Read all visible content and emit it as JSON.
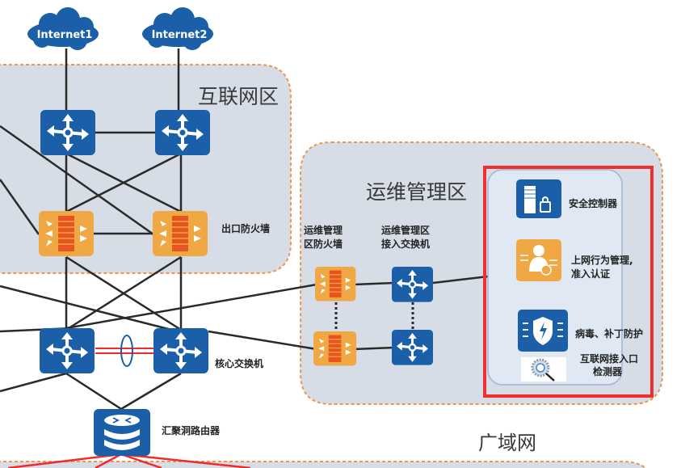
{
  "title": "网络拓扑图",
  "zones": {
    "internet": "互联网区",
    "ops": "运维管理区",
    "wan": "广域网"
  },
  "clouds": [
    {
      "id": "internet1",
      "label": "Internet1"
    },
    {
      "id": "internet2",
      "label": "Internet2"
    }
  ],
  "labels": {
    "egress_firewall": "出口防火墙",
    "core_switch": "核心交换机",
    "aggregation_router": "汇聚洞路由器",
    "ops_firewall_line1": "运维管理",
    "ops_firewall_line2": "区防火墙",
    "ops_switch_line1": "运维管理区",
    "ops_switch_line2": "接入交换机"
  },
  "highlight_panel": {
    "items": [
      {
        "icon": "security-controller-icon",
        "label_line1": "安全控制器",
        "label_line2": ""
      },
      {
        "icon": "behavior-management-icon",
        "label_line1": "上网行为管理,",
        "label_line2": "准入认证"
      },
      {
        "icon": "antivirus-shield-icon",
        "label_line1": "病毒、补丁防护",
        "label_line2": ""
      },
      {
        "icon": "detector-icon",
        "label_line1": "互联网接入口",
        "label_line2": "检测器"
      }
    ]
  },
  "colors": {
    "zone_fill": "#d6dde7",
    "zone_border": "#f0954a",
    "device_blue": "#1a5fa8",
    "device_orange": "#f0a845",
    "brick_red": "#e8541e",
    "highlight_red": "#f03030",
    "panel_fill": "#dfe8f3",
    "lag_red": "#ee2a2a"
  }
}
